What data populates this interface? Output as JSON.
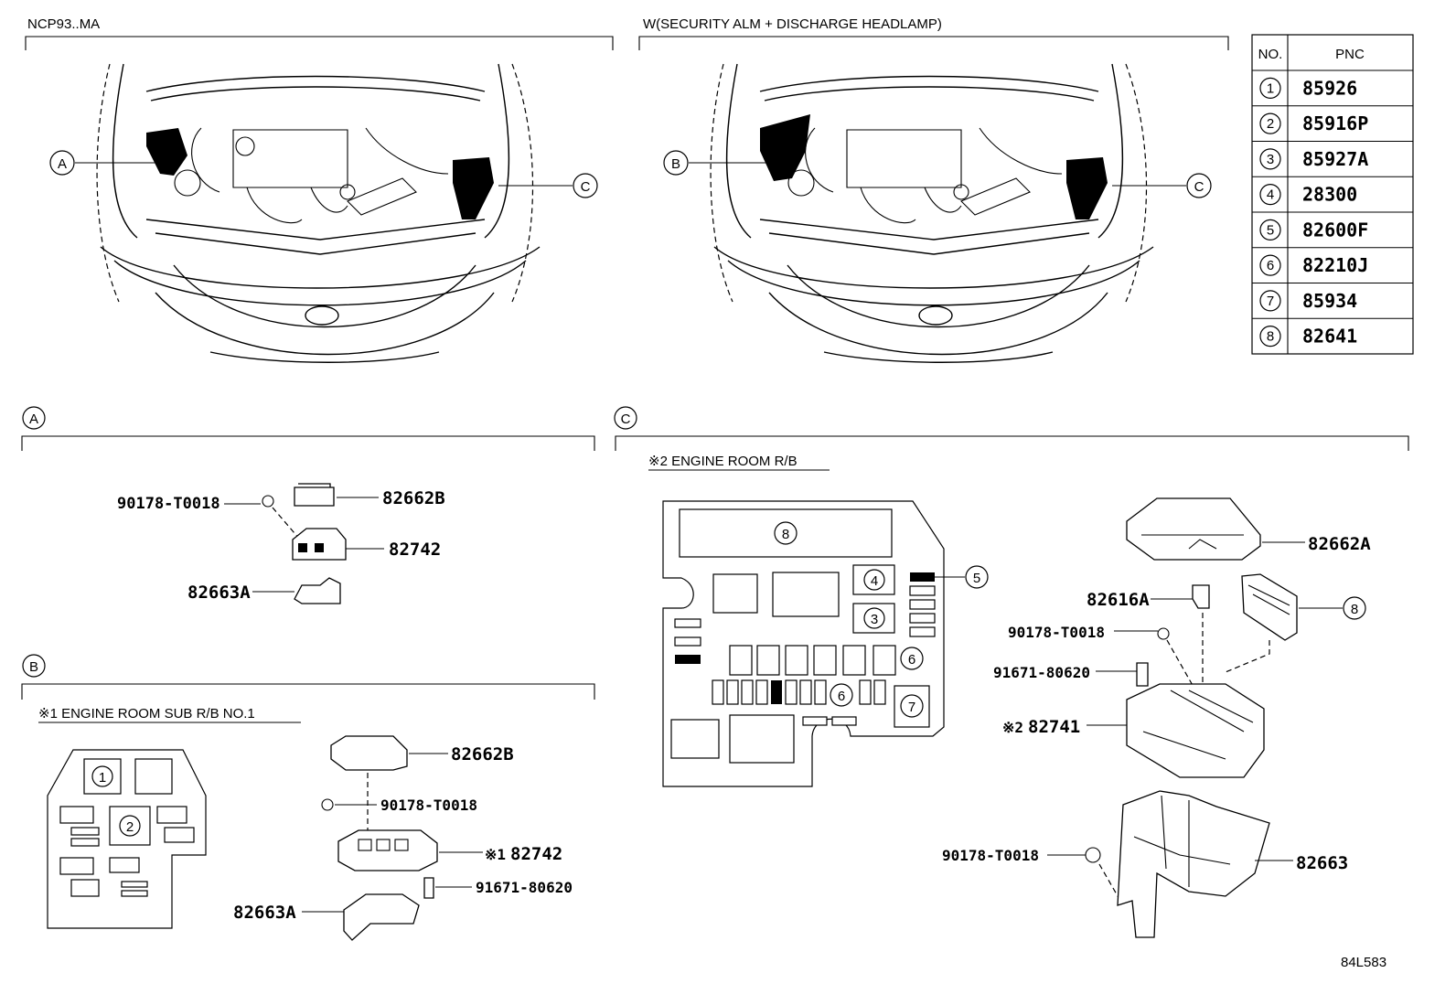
{
  "sections": {
    "top_left_label": "NCP93..MA",
    "top_right_label": "W(SECURITY ALM + DISCHARGE HEADLAMP)",
    "view_a": "A",
    "view_b": "B",
    "view_c": "C",
    "sub_b_title": "※1 ENGINE ROOM SUB R/B NO.1",
    "sub_c_title": "※2 ENGINE ROOM R/B"
  },
  "callouts": {
    "a": "A",
    "b": "B",
    "c": "C"
  },
  "pnc_table": {
    "header_no": "NO.",
    "header_pnc": "PNC",
    "rows": [
      {
        "no": "1",
        "pnc": "85926"
      },
      {
        "no": "2",
        "pnc": "85916P"
      },
      {
        "no": "3",
        "pnc": "85927A"
      },
      {
        "no": "4",
        "pnc": "28300"
      },
      {
        "no": "5",
        "pnc": "82600F"
      },
      {
        "no": "6",
        "pnc": "82210J"
      },
      {
        "no": "7",
        "pnc": "85934"
      },
      {
        "no": "8",
        "pnc": "82641"
      }
    ]
  },
  "section_a_parts": {
    "clip": "90178-T0018",
    "cover": "82662B",
    "block": "82742",
    "bracket": "82663A"
  },
  "section_b_parts": {
    "cover": "82662B",
    "clip": "90178-T0018",
    "block": "82742",
    "block_prefix": "※1",
    "bolt": "91671-80620",
    "bracket": "82663A",
    "map_nums": [
      "1",
      "2"
    ]
  },
  "section_c_parts": {
    "cover": "82662A",
    "terminal": "82616A",
    "clip1": "90178-T0018",
    "bolt": "91671-80620",
    "block": "82741",
    "block_prefix": "※2",
    "clip2": "90178-T0018",
    "bracket": "82663",
    "relay_ref": "8",
    "map_nums": [
      "8",
      "5",
      "4",
      "3",
      "6",
      "6",
      "7"
    ]
  },
  "figure_code": "84L583"
}
